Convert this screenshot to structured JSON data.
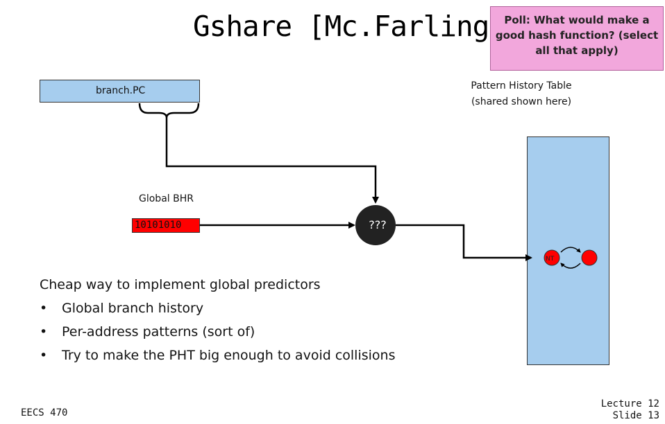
{
  "slide": {
    "title": "Gshare [Mc.Farling]",
    "poll": "Poll: What would make a good hash function? (select all that apply)",
    "pht_label_line1": "Pattern History Table",
    "pht_label_line2": "(shared shown here)",
    "branch_pc_label": "branch.PC",
    "global_bhr_label": "Global BHR",
    "bhr_value": "10101010",
    "hash_label": "???",
    "state_nt_label": "NT",
    "bullets_heading": "Cheap way to implement global predictors",
    "bullets": [
      "Global branch history",
      "Per-address patterns (sort of)",
      "Try to make the PHT big enough to avoid collisions"
    ],
    "bullet_glyph": "•",
    "footer_course": "EECS 470",
    "footer_lecture": "Lecture 12",
    "footer_slide": "Slide 13"
  },
  "colors": {
    "pc_box": "#a6cdee",
    "bhr_box": "#ff0000",
    "hash_node": "#222222",
    "state_node": "#ff0000",
    "poll_box": "#f2a7dc"
  }
}
